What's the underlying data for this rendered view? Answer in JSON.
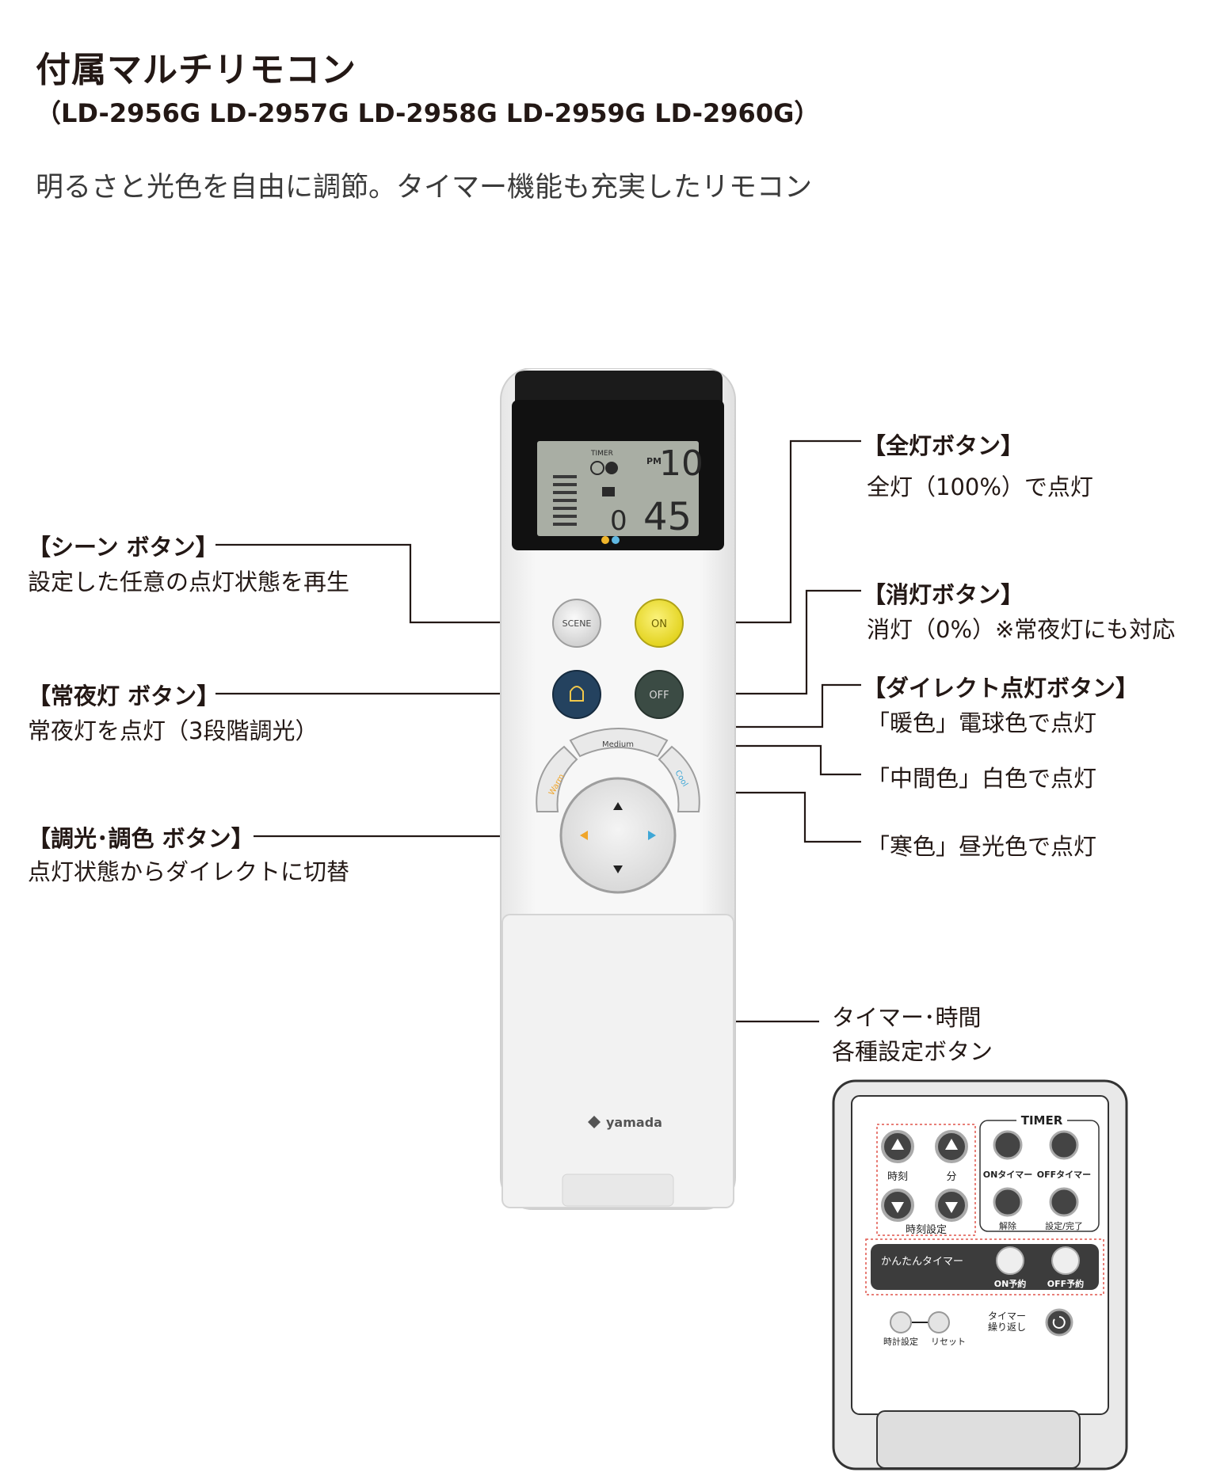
{
  "header": {
    "title": "付属マルチリモコン",
    "models": "（LD-2956G LD-2957G LD-2958G LD-2959G LD-2960G）",
    "subtitle": "明るさと光色を自由に調節。タイマー機能も充実したリモコン"
  },
  "callouts": {
    "scene": {
      "heading": "【シーン ボタン】",
      "text": "設定した任意の点灯状態を再生"
    },
    "night": {
      "heading": "【常夜灯 ボタン】",
      "text": "常夜灯を点灯（3段階調光）"
    },
    "dimming": {
      "heading": "【調光･調色 ボタン】",
      "text": "点灯状態からダイレクトに切替"
    },
    "full": {
      "heading": "【全灯ボタン】",
      "text": "全灯（100%）で点灯"
    },
    "off": {
      "heading": "【消灯ボタン】",
      "text": "消灯（0%）※常夜灯にも対応"
    },
    "direct": {
      "heading": "【ダイレクト点灯ボタン】",
      "text": "「暖色」電球色で点灯"
    },
    "middle": {
      "text": "「中間色」白色で点灯"
    },
    "cool": {
      "text": "「寒色」昼光色で点灯"
    },
    "timer": {
      "line1": "タイマー･時間",
      "line2": "各種設定ボタン"
    }
  },
  "remote": {
    "lcd": {
      "timer_label": "TIMER",
      "ampm": "PM",
      "hour": "10",
      "minute": "45",
      "small": "0"
    },
    "buttons": {
      "scene": "SCENE",
      "on": "ON",
      "off": "OFF",
      "medium": "Medium",
      "warm": "Warm",
      "cool": "Cool"
    },
    "brand": "yamada"
  },
  "timer_panel": {
    "title": "TIMER",
    "hour_label": "時刻",
    "minute_label": "分",
    "time_setting": "時刻設定",
    "on_timer": "ONタイマー",
    "off_timer": "OFFタイマー",
    "cancel": "解除",
    "set_done": "設定/完了",
    "easy_timer": "かんたんタイマー",
    "on_reserve": "ON予約",
    "off_reserve": "OFF予約",
    "clock_set": "時計設定",
    "reset": "リセット",
    "repeat_line1": "タイマー",
    "repeat_line2": "繰り返し"
  },
  "colors": {
    "on_button": "#f2e33a",
    "night_button": "#24425f",
    "off_button": "#3b4b44",
    "warm_accent": "#f0a52a",
    "cool_accent": "#3fa7d6"
  }
}
